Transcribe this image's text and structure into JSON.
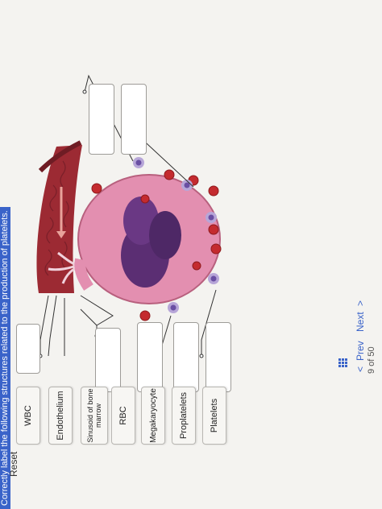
{
  "instruction": "Correctly label the following structures related to the production of platelets.",
  "labels": [
    "WBC",
    "Endothelium",
    "Sinusoid of bone marrow",
    "RBC",
    "Megakaryocyte",
    "Proplatelets",
    "Platelets"
  ],
  "controls": {
    "reset": "Reset"
  },
  "pagination": {
    "prev": "Prev",
    "current": "9",
    "of": "of",
    "total": "50",
    "next": "Next"
  },
  "icons": [
    "chevron-left-icon",
    "grid-icon",
    "chevron-right-icon"
  ],
  "colors": {
    "accent": "#3a63c9",
    "vessel": "#9c2a33",
    "megakaryocyte": "#e38fb0",
    "nucleus": "#5b2e73"
  }
}
